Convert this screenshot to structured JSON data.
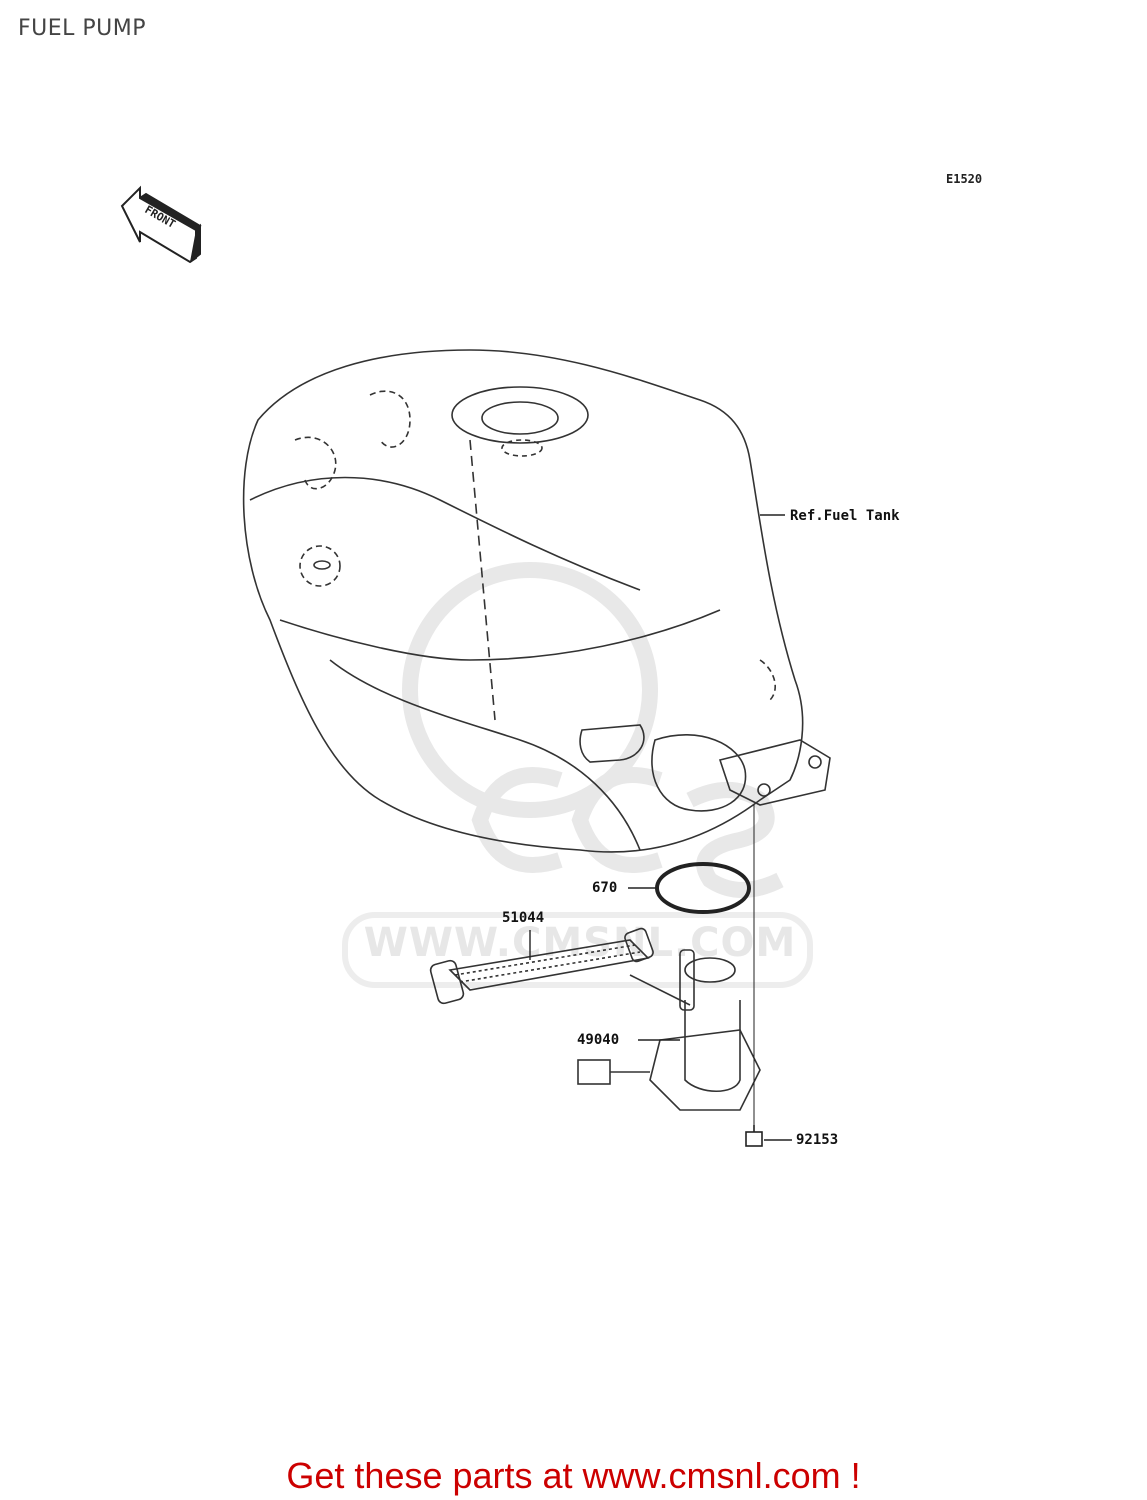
{
  "header": {
    "title": "FUEL PUMP"
  },
  "diagram": {
    "code": "E1520",
    "front_arrow_label": "FRONT",
    "reference_label": "Ref.Fuel Tank",
    "parts": [
      {
        "number": "670"
      },
      {
        "number": "51044"
      },
      {
        "number": "49040"
      },
      {
        "number": "92153"
      }
    ]
  },
  "watermark": {
    "logo_text": "CMS",
    "url_text": "WWW.CMSNL.COM"
  },
  "footer": {
    "cta": "Get these parts at www.cmsnl.com !",
    "cta_color": "#cc0000"
  },
  "colors": {
    "line": "#333333",
    "watermark": "#e6e6e6"
  }
}
